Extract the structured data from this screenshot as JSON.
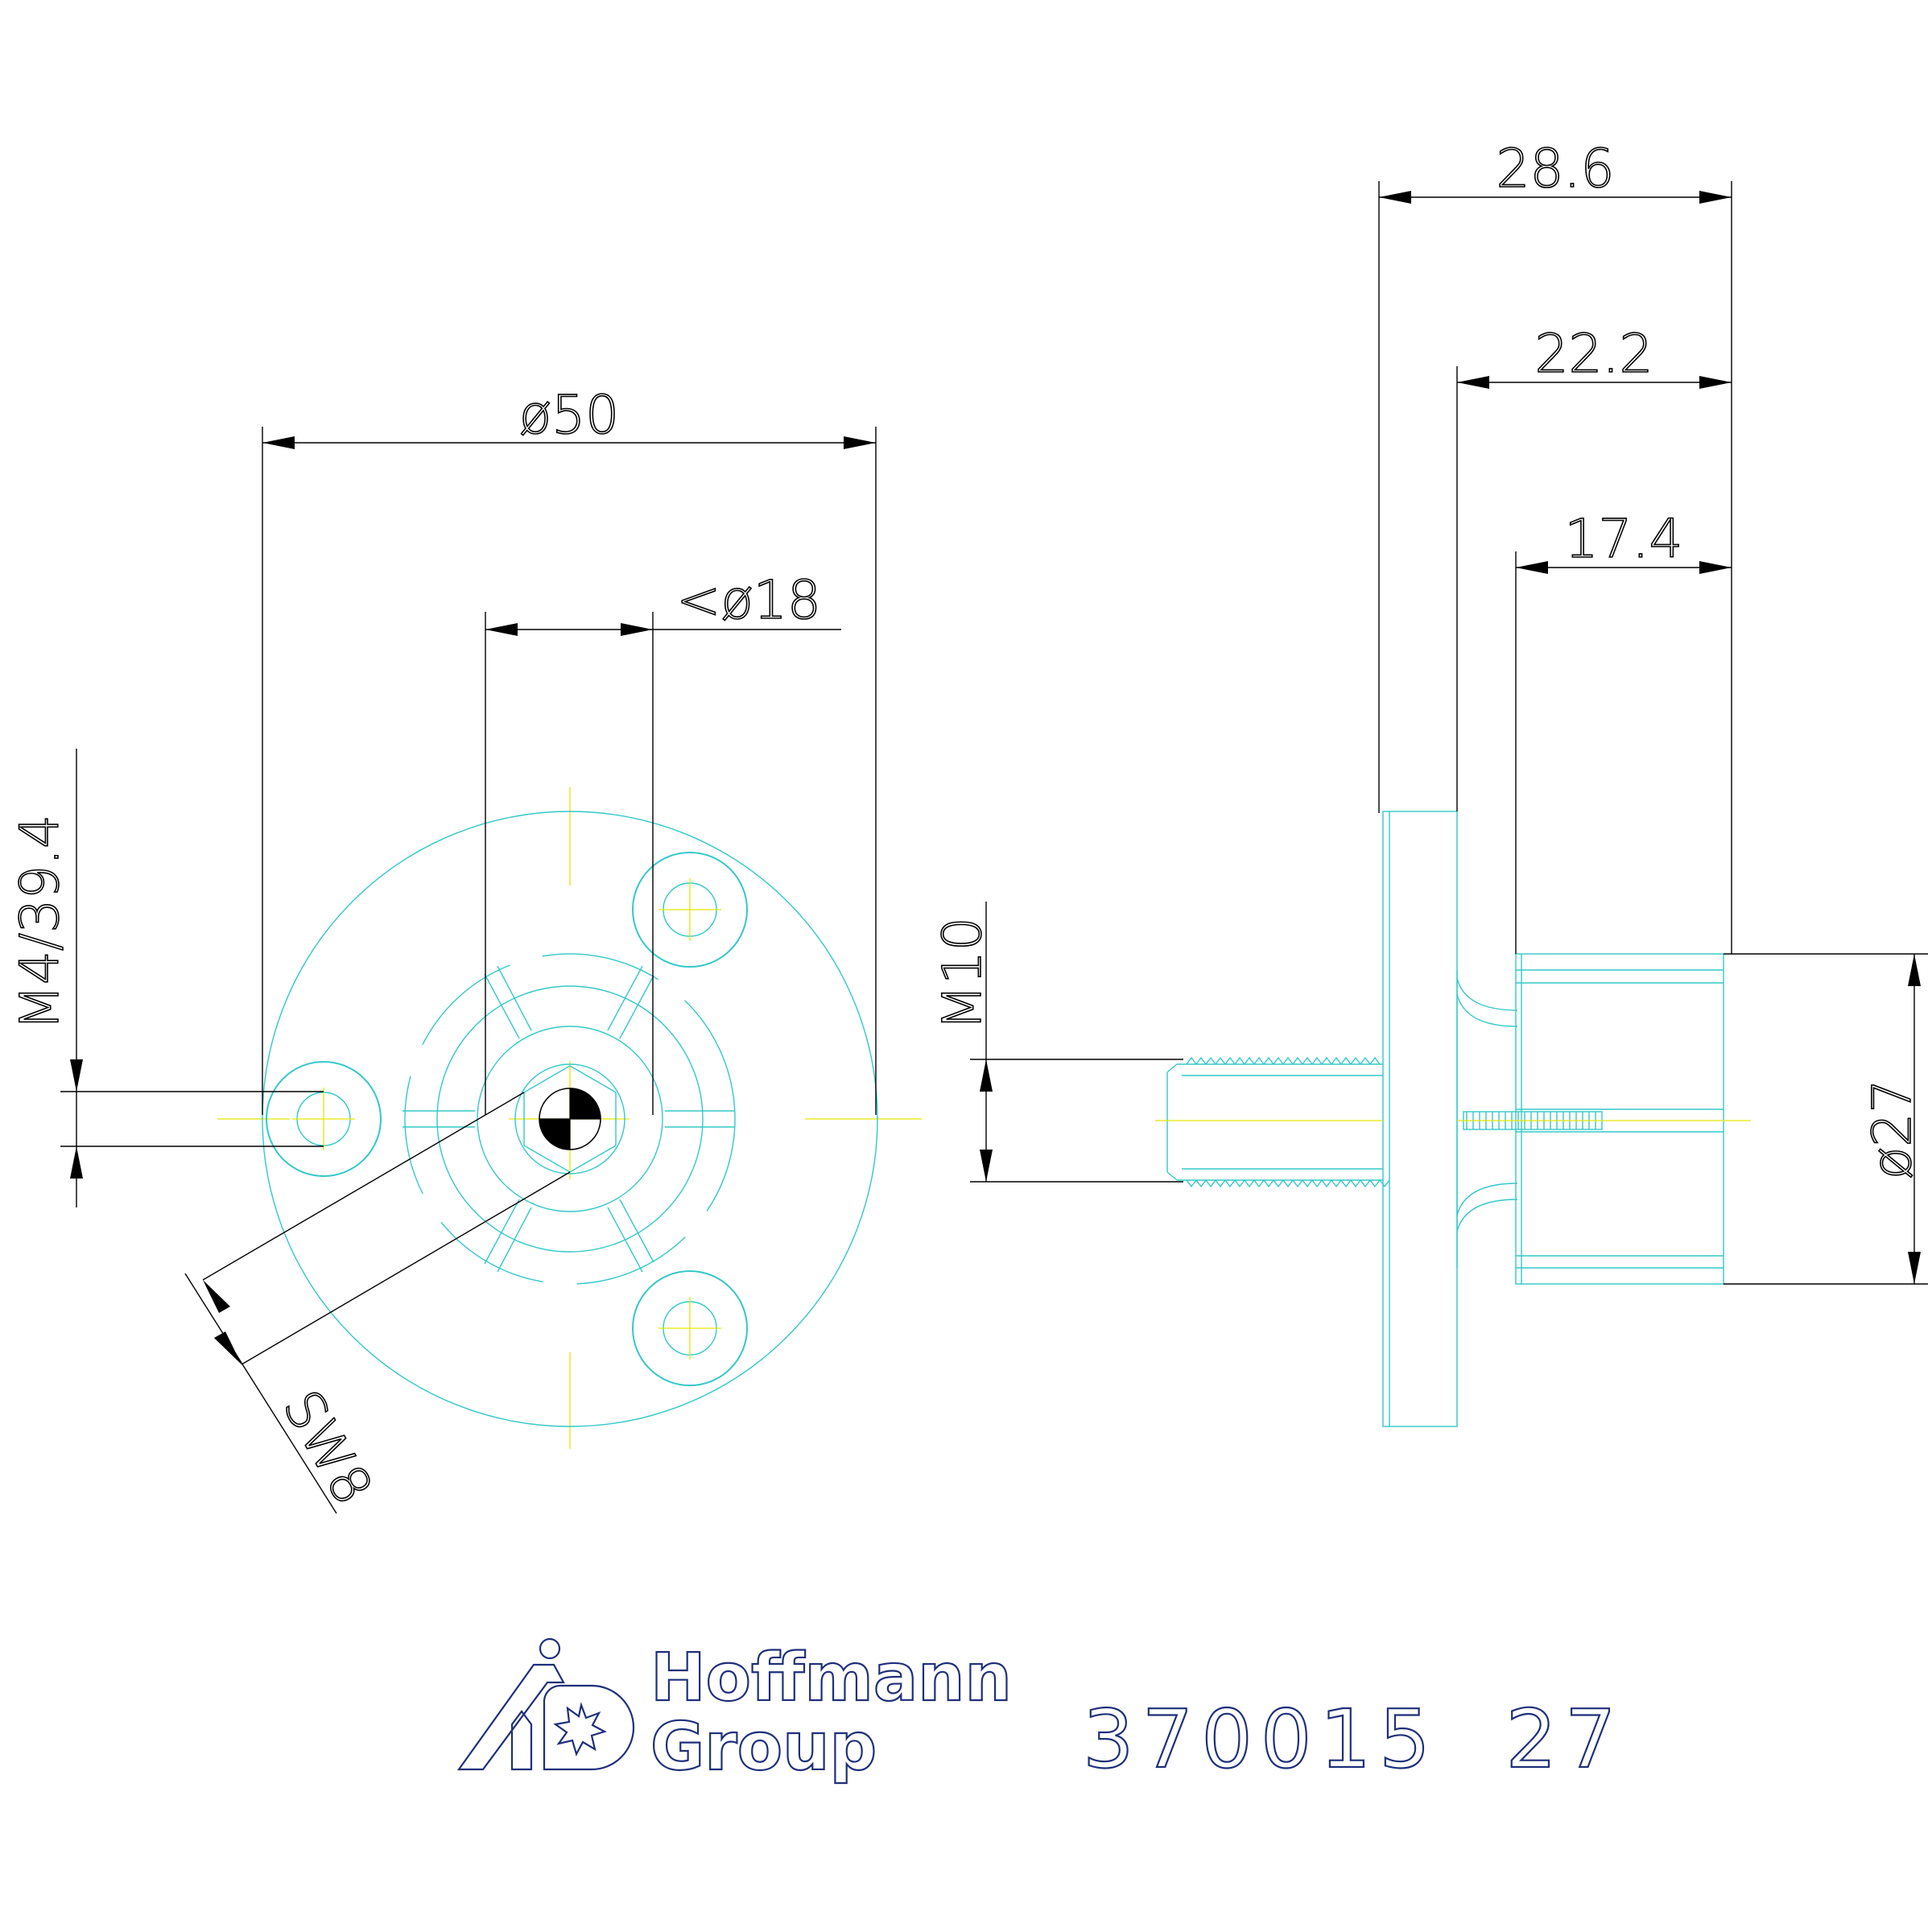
{
  "dimensions": {
    "dia_50": "ø50",
    "dia_18": "<ø18",
    "m4": "M4/39.4",
    "sw8": "SW8",
    "w286": "28.6",
    "w222": "22.2",
    "w174": "17.4",
    "m10": "M10",
    "dia_27": "ø27"
  },
  "logo": {
    "line1": "Hoffmann",
    "line2": "Group"
  },
  "part_number": "370015  27",
  "colors": {
    "geometry": "#34c8c8",
    "centerline": "#e6e600",
    "dimension": "#000000",
    "logo": "#1e2f7a"
  }
}
